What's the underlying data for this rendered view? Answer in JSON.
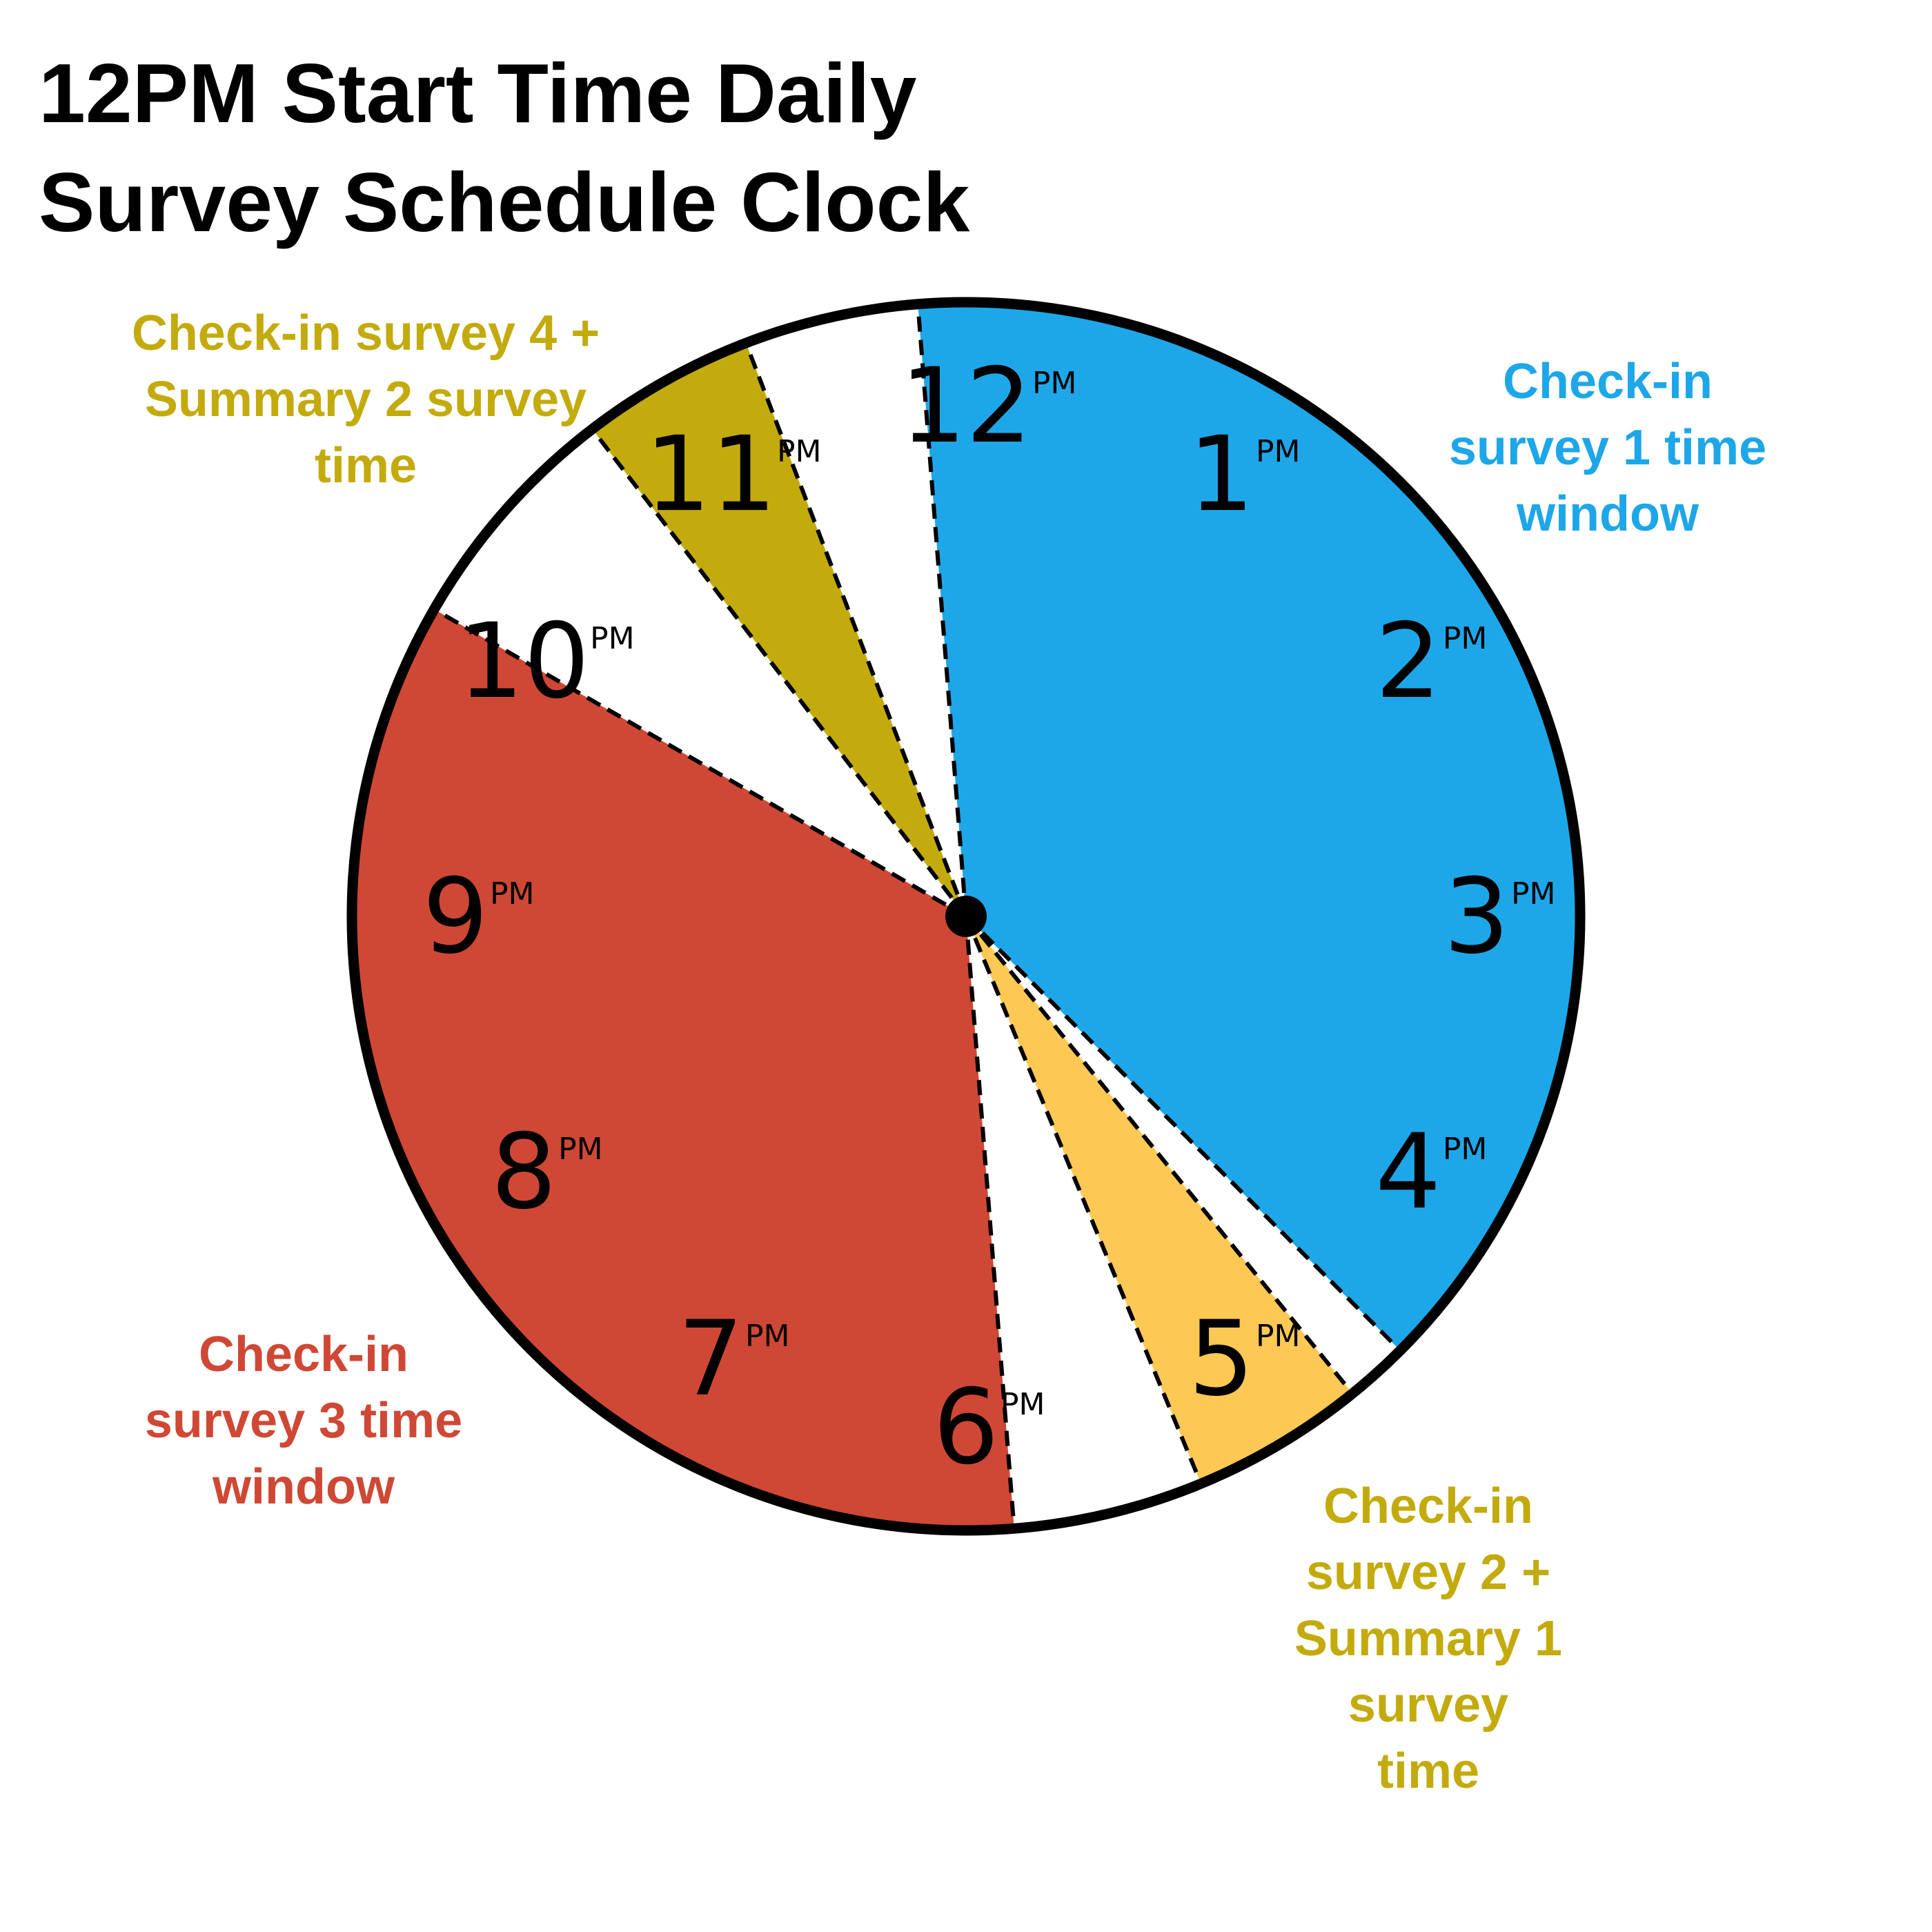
{
  "title": {
    "line1": "12PM Start Time Daily",
    "line2": "Survey Schedule Clock"
  },
  "colors": {
    "survey1": "#1ea7e8",
    "survey2": "#fdc854",
    "survey3": "#cf4835",
    "survey4": "#c3ab0e",
    "gap": "#ffffff",
    "outline": "#000000"
  },
  "hours": [
    {
      "num": "12",
      "suffix": "PM"
    },
    {
      "num": "1",
      "suffix": "PM"
    },
    {
      "num": "2",
      "suffix": "PM"
    },
    {
      "num": "3",
      "suffix": "PM"
    },
    {
      "num": "4",
      "suffix": "PM"
    },
    {
      "num": "5",
      "suffix": "PM"
    },
    {
      "num": "6",
      "suffix": "PM"
    },
    {
      "num": "7",
      "suffix": "PM"
    },
    {
      "num": "8",
      "suffix": "PM"
    },
    {
      "num": "9",
      "suffix": "PM"
    },
    {
      "num": "10",
      "suffix": "PM"
    },
    {
      "num": "11",
      "suffix": "PM"
    }
  ],
  "schedule": [
    {
      "name": "Check-in survey 1 time window",
      "start_hour": 11.85,
      "end_hour": 16.5,
      "color": "#1ea7e8"
    },
    {
      "name": "Check-in survey 2 + Summary 1 survey time",
      "start_hour": 16.7,
      "end_hour": 17.25,
      "color": "#fdc854"
    },
    {
      "name": "Check-in survey 3 time window",
      "start_hour": 17.85,
      "end_hour": 22.0,
      "color": "#cf4835"
    },
    {
      "name": "Check-in survey 4 + Summary 2 survey time",
      "start_hour": 22.75,
      "end_hour": 23.3,
      "color": "#c3ab0e"
    }
  ],
  "labels": {
    "survey1": {
      "line1": "Check-in",
      "line2": "survey 1 time",
      "line3": "window",
      "color": "#1ea7e8"
    },
    "survey2": {
      "line1": "Check-in",
      "line2": "survey 2 +",
      "line3": "Summary 1",
      "line4": "survey",
      "line5": "time",
      "color": "#c3ab0e"
    },
    "survey3": {
      "line1": "Check-in",
      "line2": "survey 3 time",
      "line3": "window",
      "color": "#cf4835"
    },
    "survey4": {
      "line1": "Check-in survey 4 +",
      "line2": "Summary 2 survey",
      "line3": "time",
      "color": "#c3ab0e"
    }
  }
}
